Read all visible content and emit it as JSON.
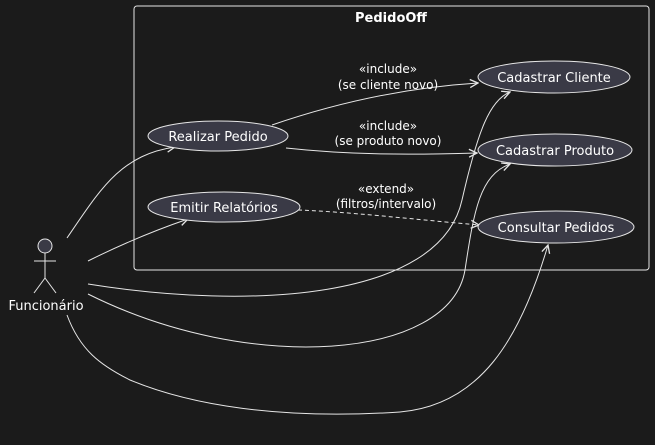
{
  "diagram": {
    "type": "use-case",
    "system": {
      "title": "PedidoOff"
    },
    "actor": {
      "name": "Funcionário"
    },
    "use_cases": {
      "realizar_pedido": "Realizar Pedido",
      "emitir_relatorios": "Emitir Relatórios",
      "cadastrar_cliente": "Cadastrar Cliente",
      "cadastrar_produto": "Cadastrar Produto",
      "consultar_pedidos": "Consultar Pedidos"
    },
    "relations": {
      "include_cliente": {
        "stereotype": "«include»",
        "condition": "(se cliente novo)"
      },
      "include_produto": {
        "stereotype": "«include»",
        "condition": "(se produto novo)"
      },
      "extend_consultar": {
        "stereotype": "«extend»",
        "condition": "(filtros/intervalo)"
      }
    },
    "colors": {
      "background": "#1b1b1b",
      "use_case_fill": "#3a3a46",
      "stroke": "#e6e6e6",
      "text": "#ffffff"
    }
  }
}
